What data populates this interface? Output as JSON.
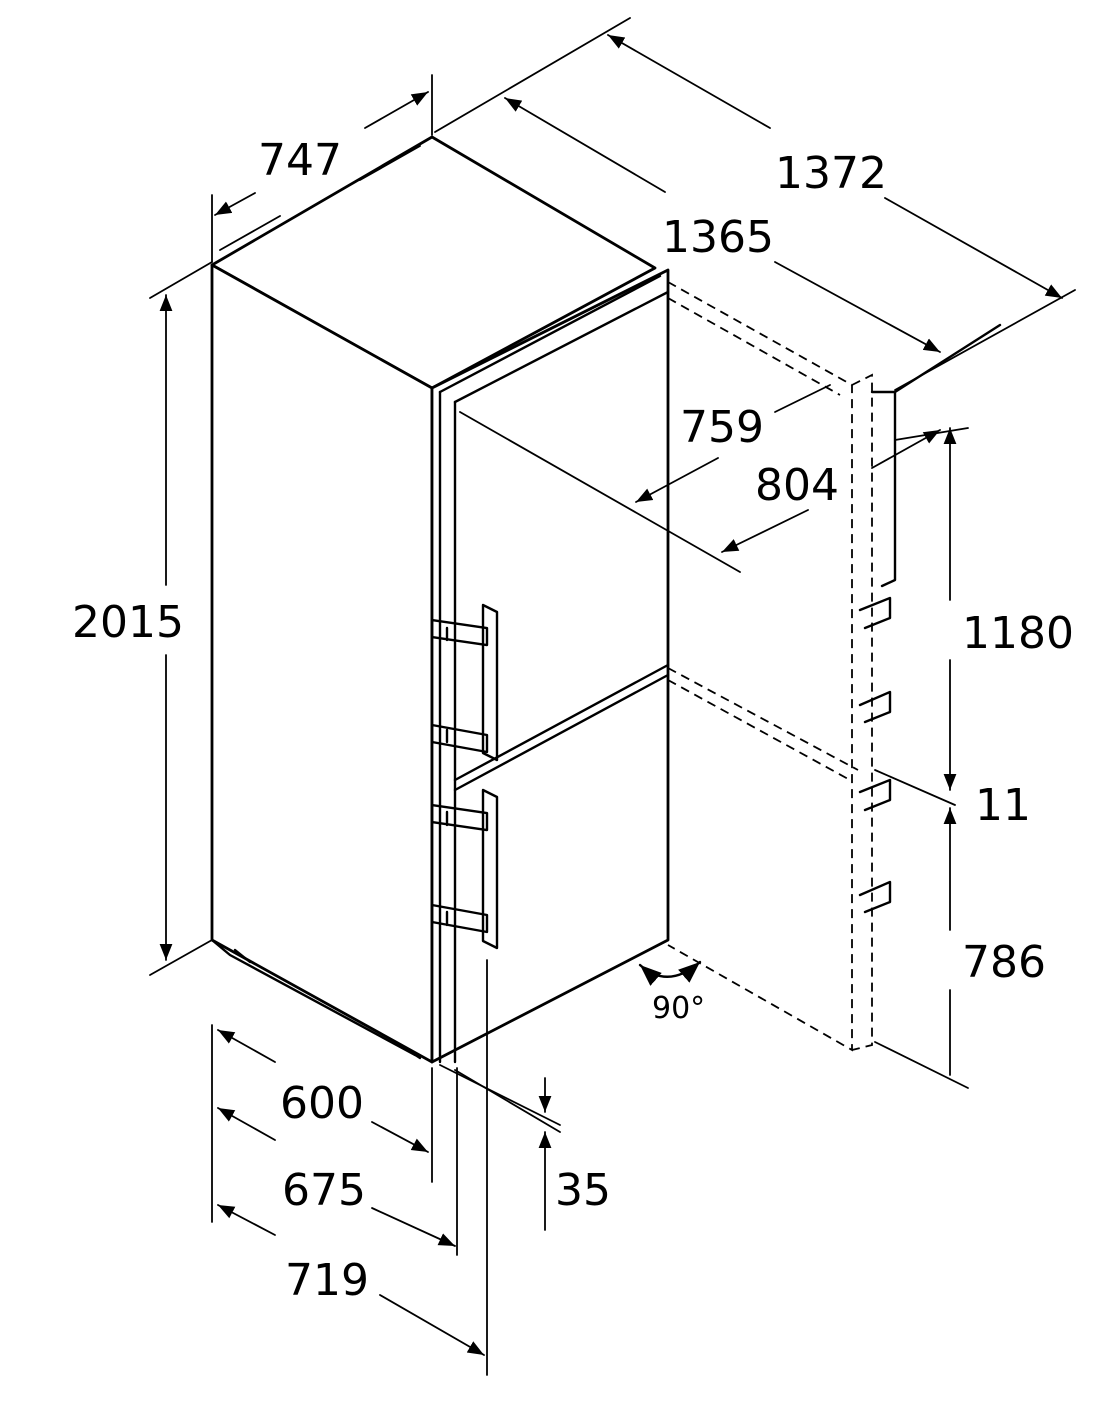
{
  "dimensions": {
    "d747": "747",
    "d1372": "1372",
    "d1365": "1365",
    "d759": "759",
    "d804": "804",
    "d2015": "2015",
    "d1180": "1180",
    "d11": "11",
    "d786": "786",
    "d600": "600",
    "d675": "675",
    "d719": "719",
    "d35": "35"
  },
  "angle": "90°"
}
